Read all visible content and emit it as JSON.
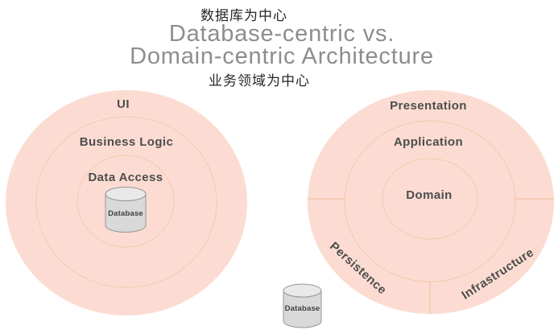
{
  "header": {
    "chinese_top": "数据库为中心",
    "title_line1": "Database-centric vs.",
    "title_line2": "Domain-centric Architecture",
    "chinese_bottom": "业务领域为中心"
  },
  "left_diagram": {
    "name": "database-centric",
    "layers": [
      "UI",
      "Business Logic",
      "Data Access"
    ],
    "database_label": "Database"
  },
  "right_diagram": {
    "name": "domain-centric",
    "layers": [
      "Presentation",
      "Application",
      "Domain"
    ],
    "sectors": [
      "Persistence",
      "Infrastructure"
    ],
    "database_label": "Database"
  },
  "colors": {
    "circle_fill": "#fcdcd2",
    "ring_stroke": "#f5c9ae",
    "divider_stroke": "#f0c2a2",
    "title_text": "#8d8d8d",
    "chinese_text": "#262626",
    "layer_label_text": "#4d4d4d",
    "cylinder_fill": "#d9d9d9",
    "cylinder_top_fill": "#e9e9e9",
    "cylinder_stroke": "#979797"
  }
}
